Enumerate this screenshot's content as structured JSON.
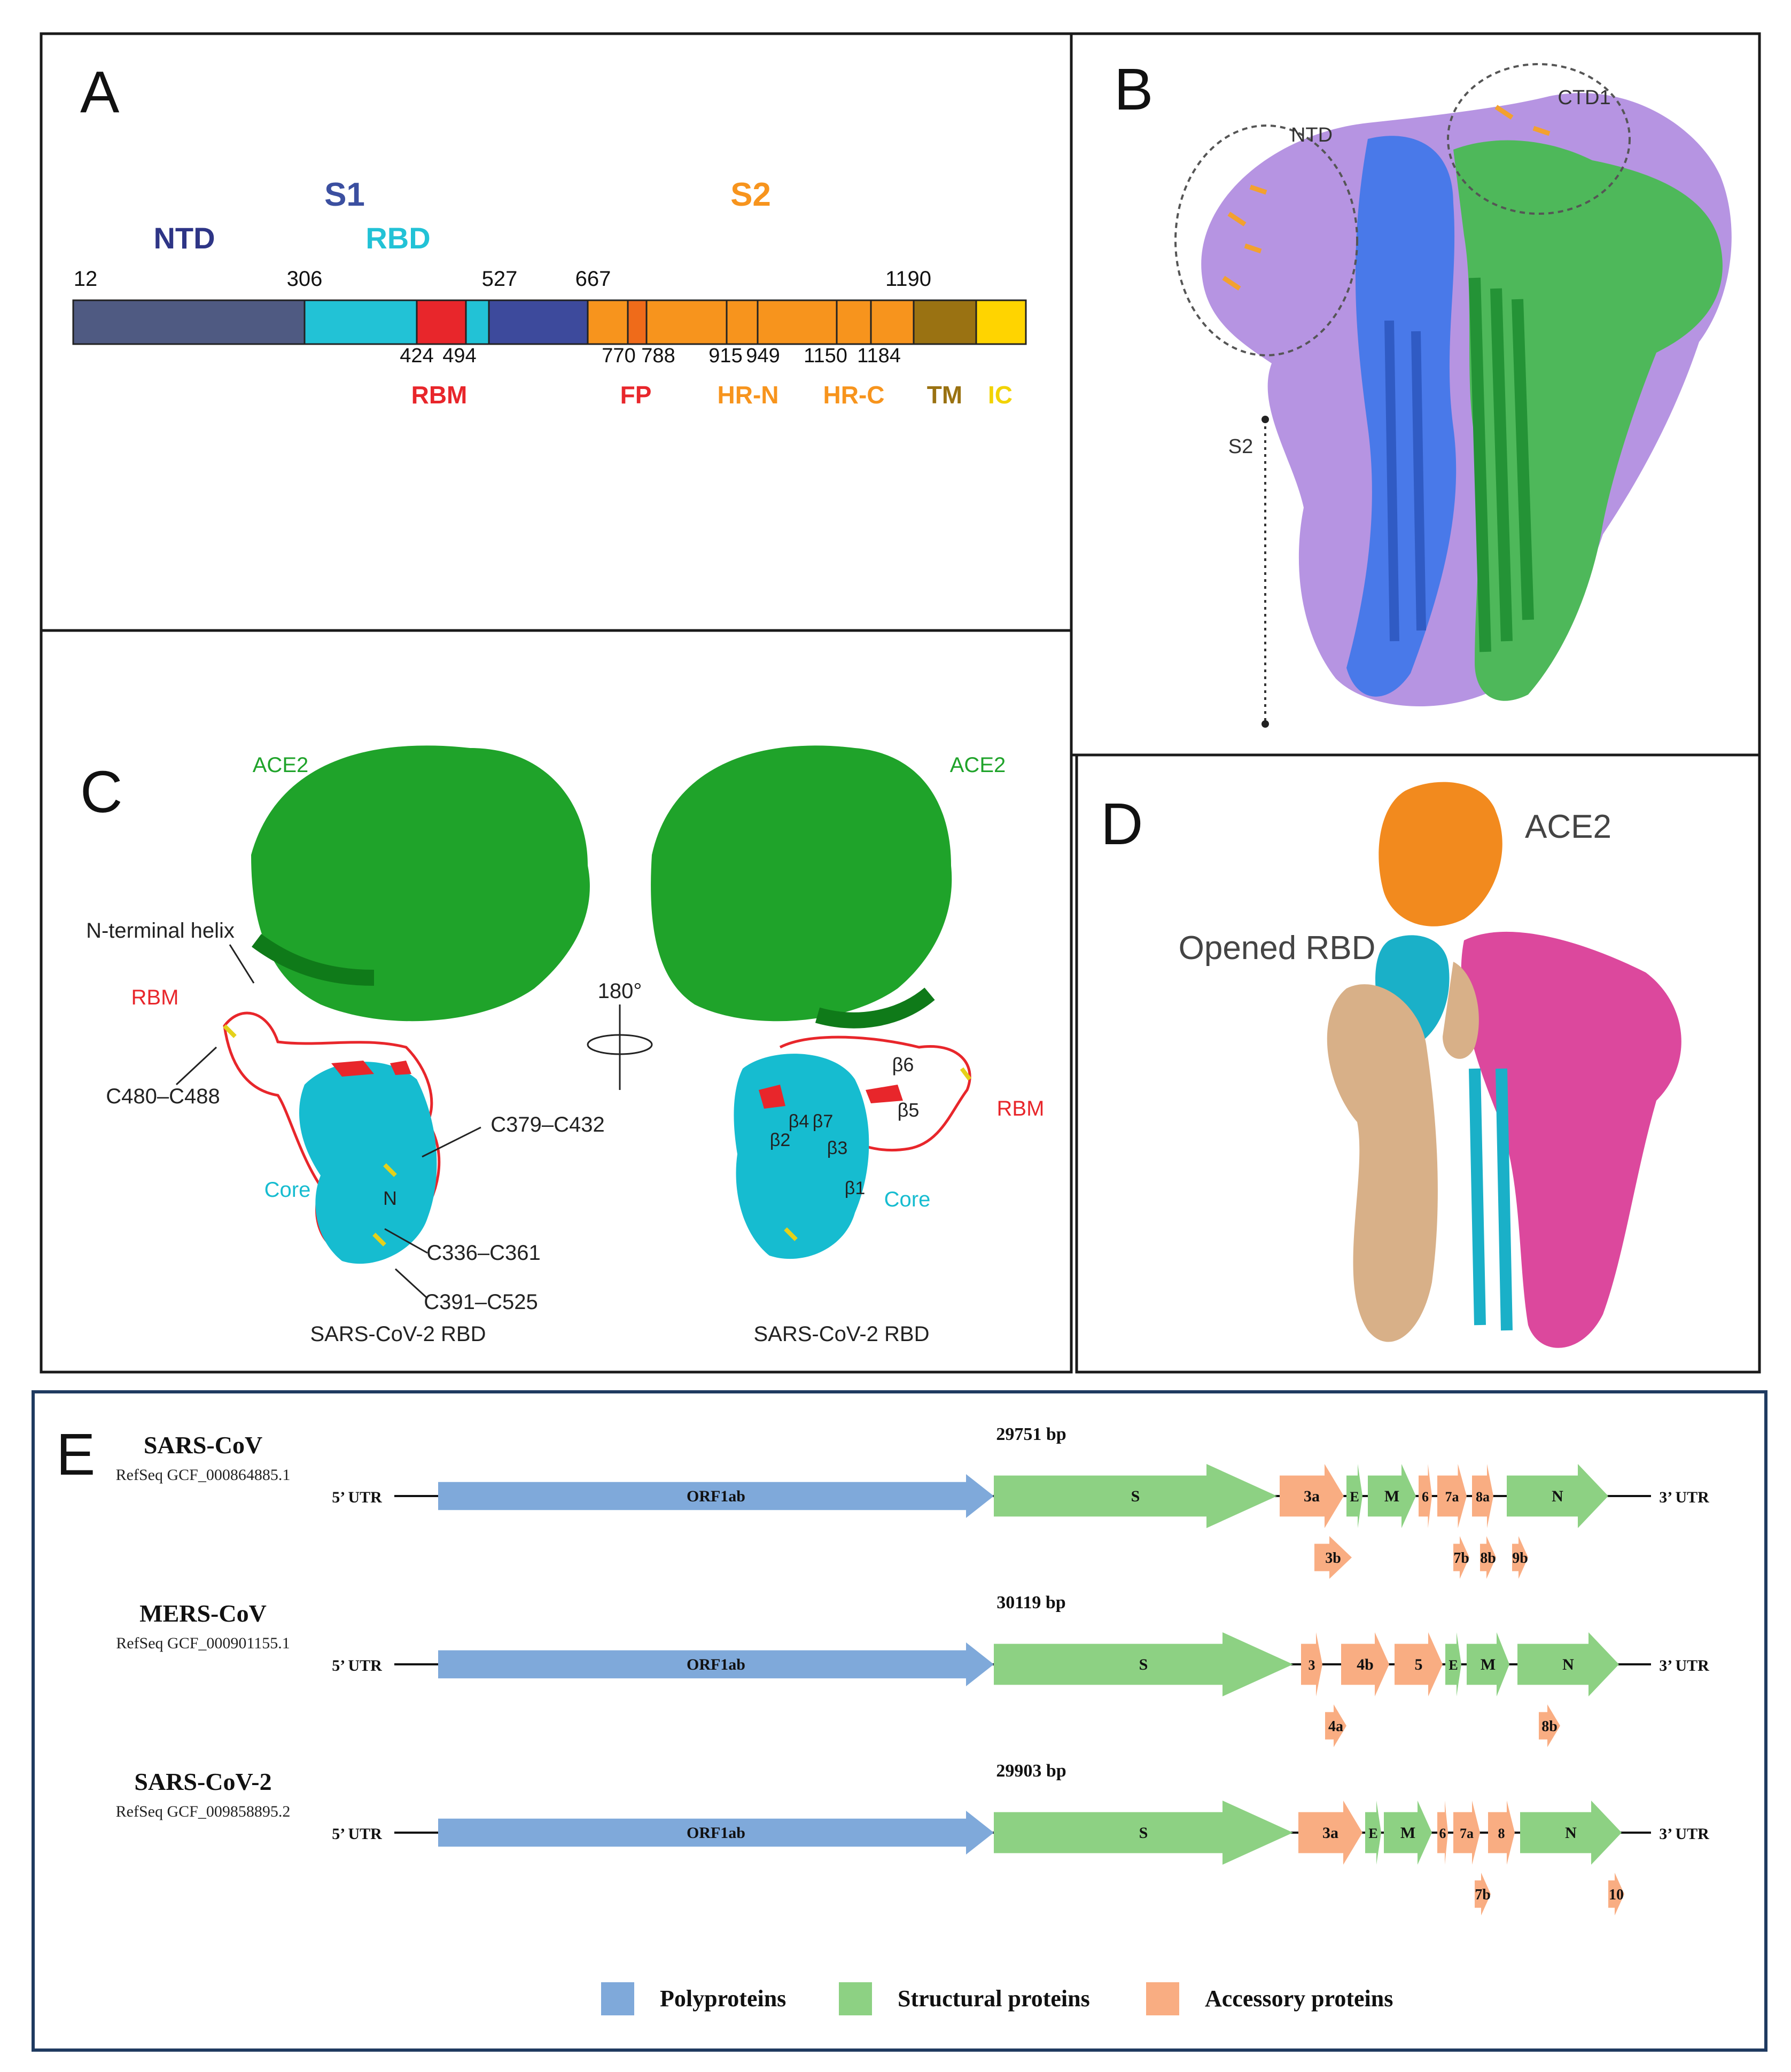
{
  "panel_a": {
    "letter": "A",
    "regions": [
      {
        "key": "s1",
        "text": "S1",
        "color": "#3b4fa0"
      },
      {
        "key": "s2",
        "text": "S2",
        "color": "#f7941d"
      },
      {
        "key": "ntd",
        "text": "NTD",
        "color": "#2e3586"
      },
      {
        "key": "rbd",
        "text": "RBD",
        "color": "#22c2d6"
      }
    ],
    "numbers_top": [
      "12",
      "306",
      "527",
      "667",
      "1190"
    ],
    "numbers_bottom": [
      "424",
      "494",
      "770",
      "788",
      "915",
      "949",
      "1150",
      "1184"
    ],
    "domains_bottom": [
      {
        "text": "RBM",
        "color": "#e8262b"
      },
      {
        "text": "FP",
        "color": "#e8262b"
      },
      {
        "text": "HR-N",
        "color": "#f7941d"
      },
      {
        "text": "HR-C",
        "color": "#f7941d"
      },
      {
        "text": "TM",
        "color": "#9a7212"
      },
      {
        "text": "IC",
        "color": "#f2d300"
      }
    ],
    "bar_colors": {
      "ntd": "#4f5a82",
      "rbd": "#22c2d6",
      "rbm": "#e8262b",
      "s1_rest": "#3d4a9c",
      "s2": "#f7941d",
      "fp": "#ef6b1a",
      "tm": "#9a7212",
      "ic": "#ffd400"
    }
  },
  "panel_b": {
    "letter": "B",
    "labels": {
      "ntd": "NTD",
      "ctd1": "CTD1",
      "s2": "S2"
    }
  },
  "panel_c": {
    "letter": "C",
    "labels": {
      "ace2_left": "ACE2",
      "ace2_right": "ACE2",
      "n_terminal_helix": "N-terminal helix",
      "rbm_left": "RBM",
      "rbm_right": "RBM",
      "c480": "C480–C488",
      "c379": "C379–C432",
      "c336": "C336–C361",
      "c391": "C391–C525",
      "core_left": "Core",
      "core_right": "Core",
      "n_term": "N",
      "rotation": "180°",
      "beta6": "β6",
      "beta5": "β5",
      "beta2": "β2",
      "beta4": "β4",
      "beta7": "β7",
      "beta3": "β3",
      "beta1": "β1",
      "caption_left": "SARS-CoV-2 RBD",
      "caption_right": "SARS-CoV-2 RBD"
    },
    "colors": {
      "ace2": "#1fa32a",
      "rbm": "#e8262b",
      "core": "#16bcd0",
      "disulfide": "#e5d11a"
    }
  },
  "panel_d": {
    "letter": "D",
    "labels": {
      "ace2": "ACE2",
      "opened_rbd": "Opened RBD"
    },
    "colors": {
      "ace2": "#f28a1e",
      "rbd": "#1ab0c8",
      "tan": "#d8b088",
      "magenta": "#d6288c"
    }
  },
  "panel_e": {
    "letter": "E",
    "utr5": "5’ UTR",
    "utr3": "3’ UTR",
    "genomes": [
      {
        "name": "SARS-CoV",
        "refseq": "RefSeq  GCF_000864885.1",
        "size": "29751 bp",
        "main_genes": [
          "ORF1ab",
          "S",
          "3a",
          "E",
          "M",
          "6",
          "7a",
          "8a",
          "N"
        ],
        "sub_genes": [
          "3b",
          "7b",
          "8b",
          "9b"
        ]
      },
      {
        "name": "MERS-CoV",
        "refseq": "RefSeq GCF_000901155.1",
        "size": "30119 bp",
        "main_genes": [
          "ORF1ab",
          "S",
          "3",
          "4b",
          "5",
          "E",
          "M",
          "N"
        ],
        "sub_genes": [
          "4a",
          "8b"
        ]
      },
      {
        "name": "SARS-CoV-2",
        "refseq": "RefSeq GCF_009858895.2",
        "size": "29903 bp",
        "main_genes": [
          "ORF1ab",
          "S",
          "3a",
          "E",
          "M",
          "6",
          "7a",
          "8",
          "N"
        ],
        "sub_genes": [
          "7b",
          "10"
        ]
      }
    ],
    "legend": [
      {
        "label": "Polyproteins",
        "color": "#7fa9da"
      },
      {
        "label": "Structural proteins",
        "color": "#8dd183"
      },
      {
        "label": "Accessory proteins",
        "color": "#f9ad82"
      }
    ]
  }
}
